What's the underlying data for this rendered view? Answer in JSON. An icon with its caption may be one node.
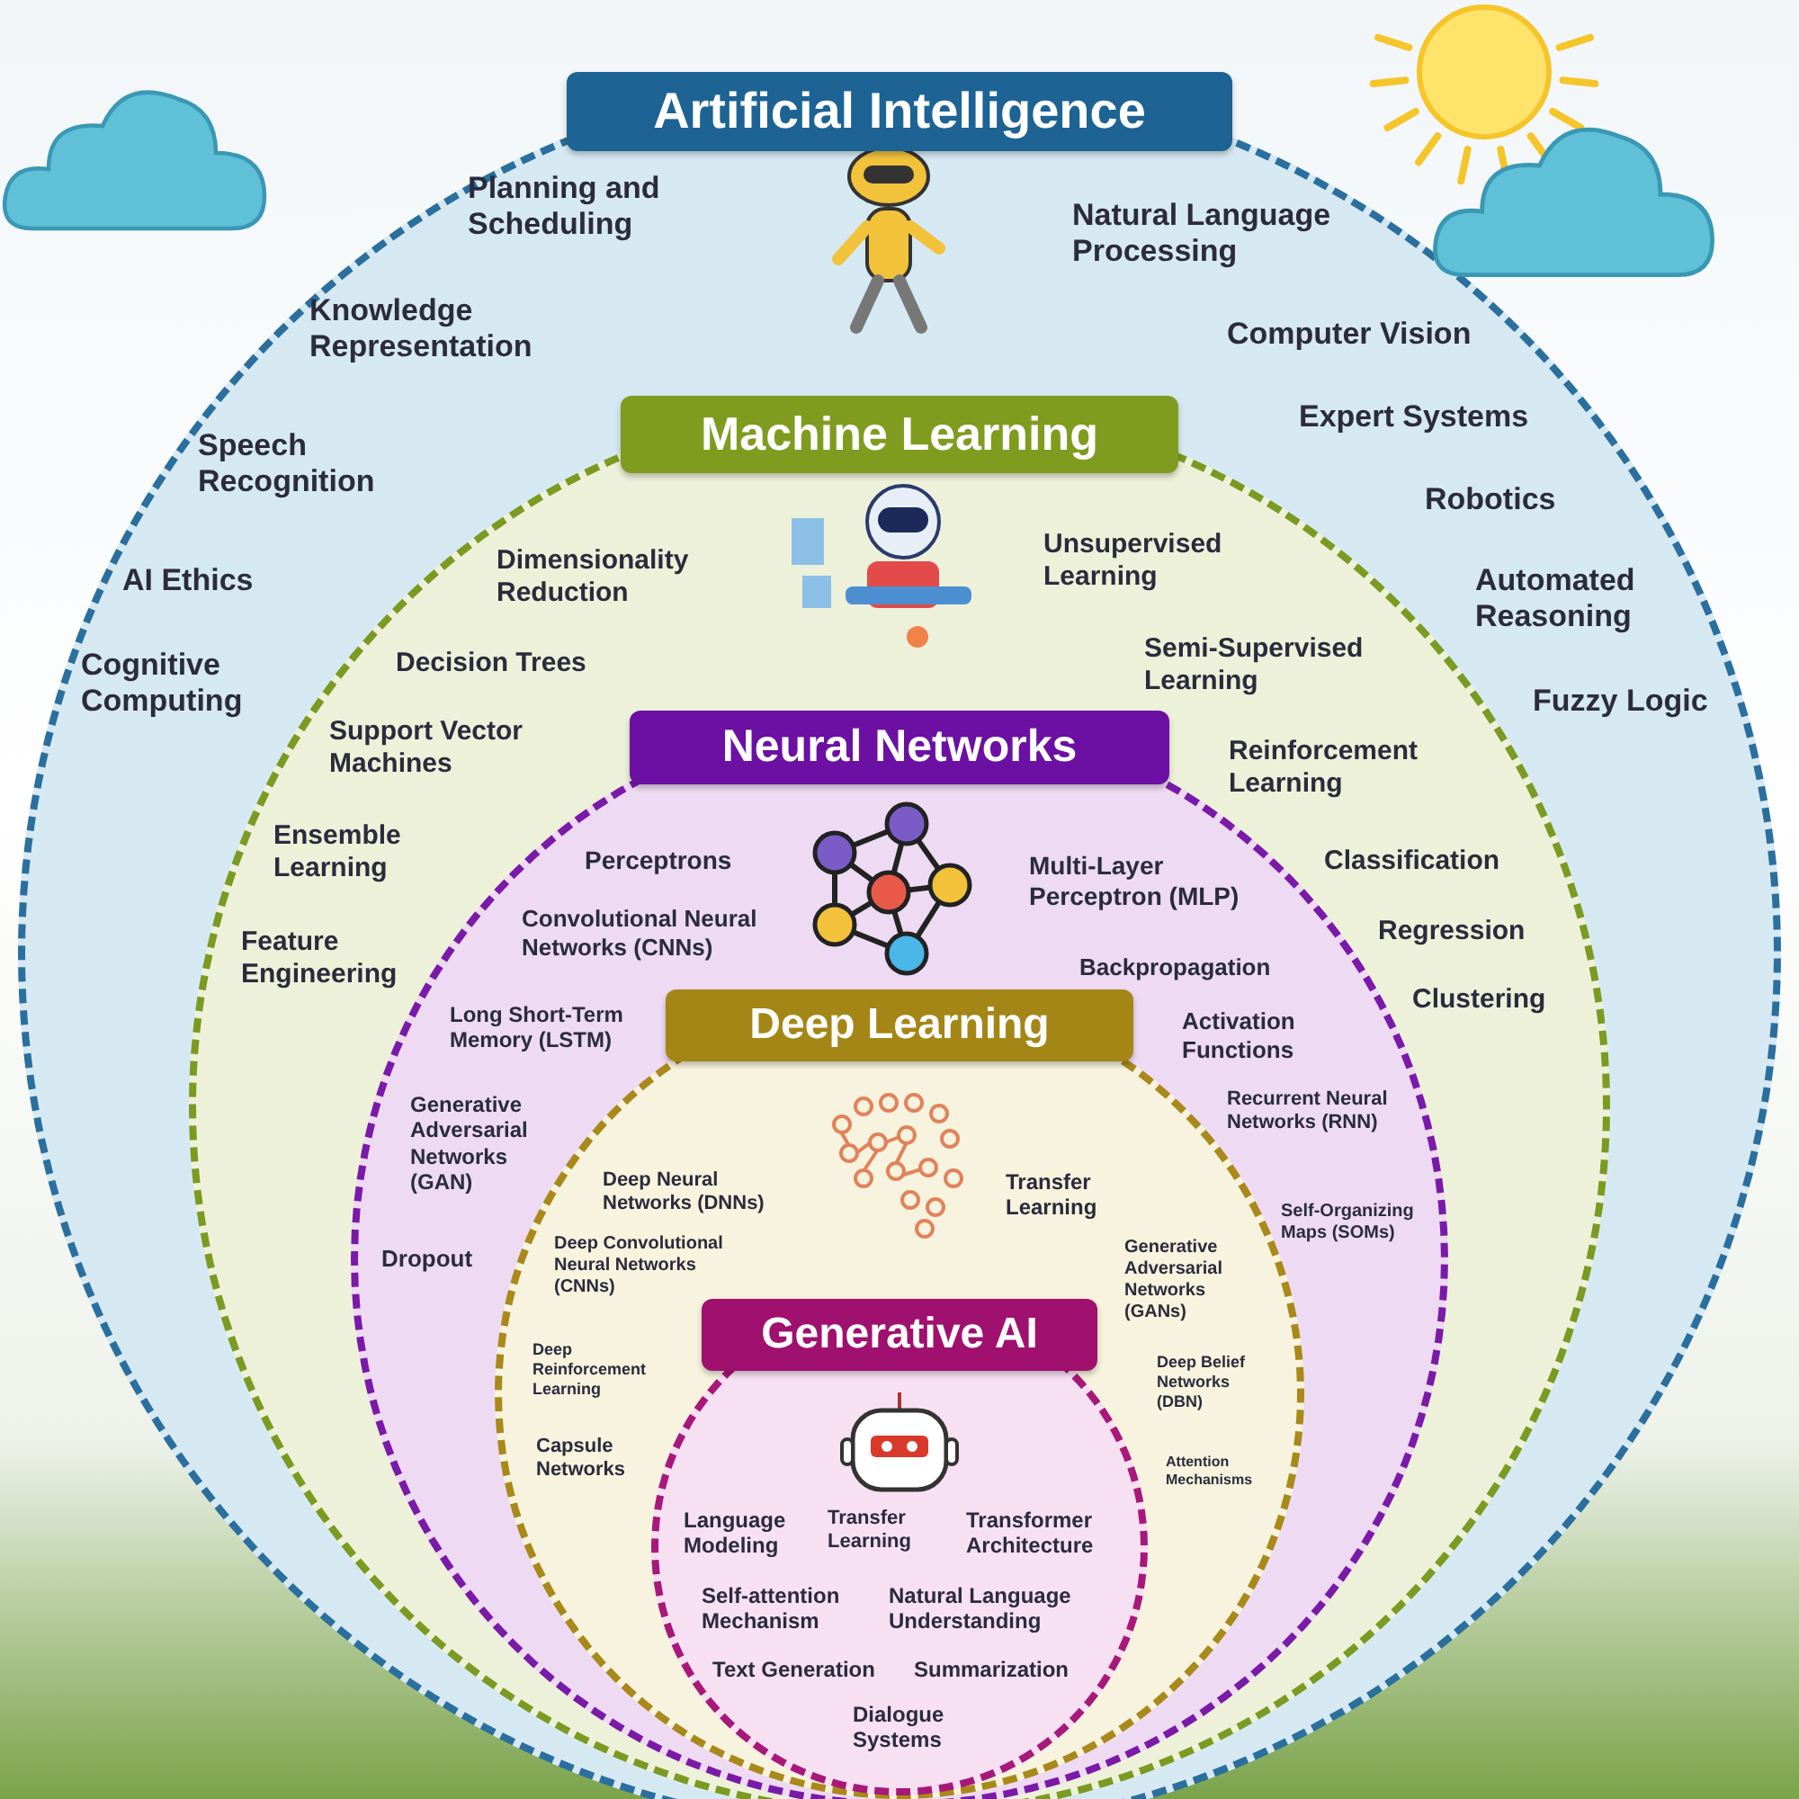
{
  "diagram": {
    "nodes": [
      {
        "text": [
          "Artificial Intelligence"
        ]
      },
      {
        "text": [
          "Machine Learning"
        ],
        "in": 0
      },
      {
        "text": [
          "Neural Networks"
        ],
        "in": 1
      },
      {
        "text": [
          "Deep Learning"
        ],
        "in": 2
      },
      {
        "text": [
          "Generative AI"
        ],
        "in": 3
      }
    ],
    "labels": [
      "Planning and Scheduling",
      "Knowledge Representation",
      "Speech Recognition",
      "AI Ethics",
      "Cognitive Computing",
      "Natural Language Processing",
      "Computer Vision",
      "Expert Systems",
      "Robotics",
      "Automated Reasoning",
      "Fuzzy Logic",
      "Dimensionality Reduction",
      "Decision Trees",
      "Support Vector Machines",
      "Ensemble Learning",
      "Feature Engineering",
      "Unsupervised Learning",
      "Semi-Supervised Learning",
      "Reinforcement Learning",
      "Classification",
      "Regression",
      "Clustering",
      "Perceptrons",
      "Convolutional Neural Networks (CNNs)",
      "Long Short-Term Memory (LSTM)",
      "Generative Adversarial Networks (GAN)",
      "Dropout",
      "Multi-Layer Perceptron (MLP)",
      "Backpropagation",
      "Activation Functions",
      "Recurrent Neural Networks (RNN)",
      "Self-Organizing Maps (SOMs)",
      "Deep Neural Networks (DNNs)",
      "Deep Convolutional Neural Networks (CNNs)",
      "Deep Reinforcement Learning",
      "Capsule Networks",
      "Transfer Learning",
      "Generative Adversarial Networks (GANs)",
      "Deep Belief Networks (DBN)",
      "Attention Mechanisms",
      "Language Modeling",
      "Transfer Learning",
      "Transformer Architecture",
      "Self-attention Mechanism",
      "Natural Language Understanding",
      "Text Generation",
      "Summarization",
      "Dialogue Systems"
    ]
  }
}
